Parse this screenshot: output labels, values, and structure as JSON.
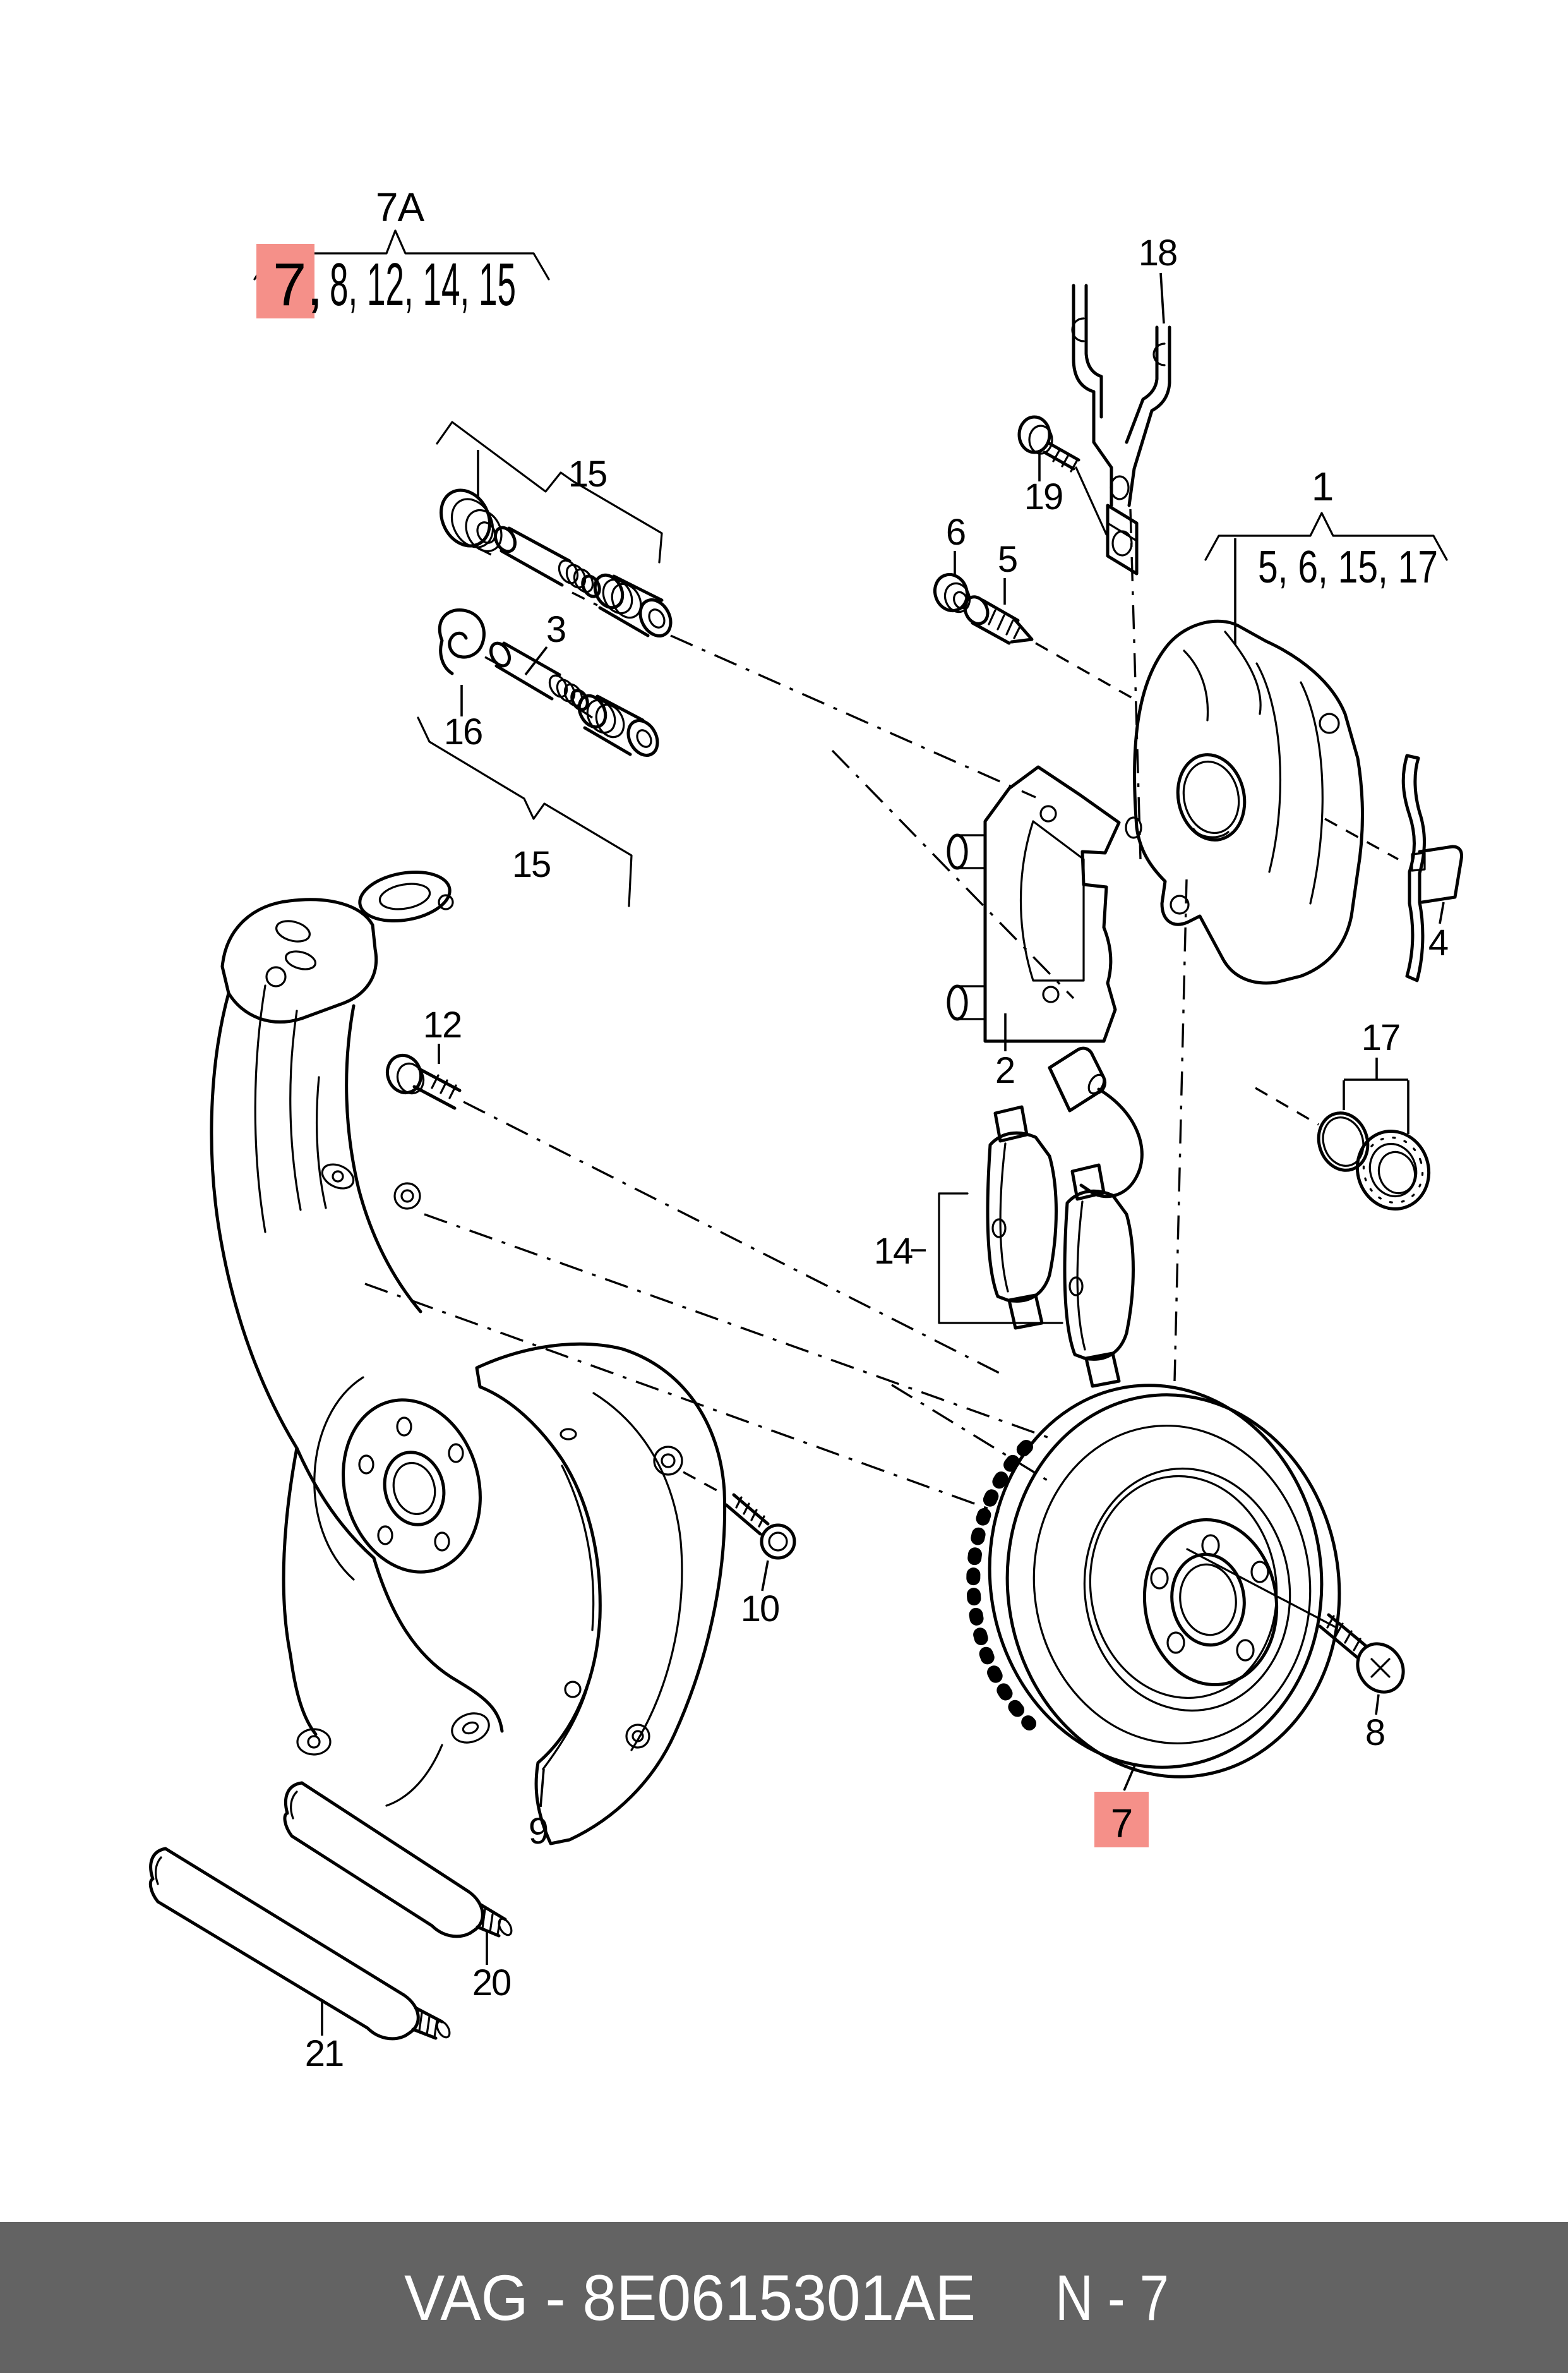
{
  "header_group": {
    "title": "7A",
    "highlighted_item": "7,",
    "items_rest": "8, 12, 14, 15"
  },
  "caliper_group": {
    "title": "1",
    "items": "5, 6, 15, 17"
  },
  "callouts": {
    "n2": "2",
    "n3": "3",
    "n4": "4",
    "n5": "5",
    "n6": "6",
    "n7": "7",
    "n8": "8",
    "n9": "9",
    "n10": "10",
    "n12": "12",
    "n14": "14",
    "n15_upper": "15",
    "n15_lower": "15",
    "n16": "16",
    "n17": "17",
    "n18": "18",
    "n19": "19",
    "n20": "20",
    "n21": "21"
  },
  "highlight": {
    "box_color": "#F59089",
    "text_color": "#8C1D18"
  },
  "footer": {
    "part_code": "VAG - 8E0615301AE",
    "page_ref": "N - 7",
    "bar_color": "#636363",
    "text_color": "#FFFFFF"
  },
  "line_color": "#000000",
  "background": "#FFFFFF"
}
